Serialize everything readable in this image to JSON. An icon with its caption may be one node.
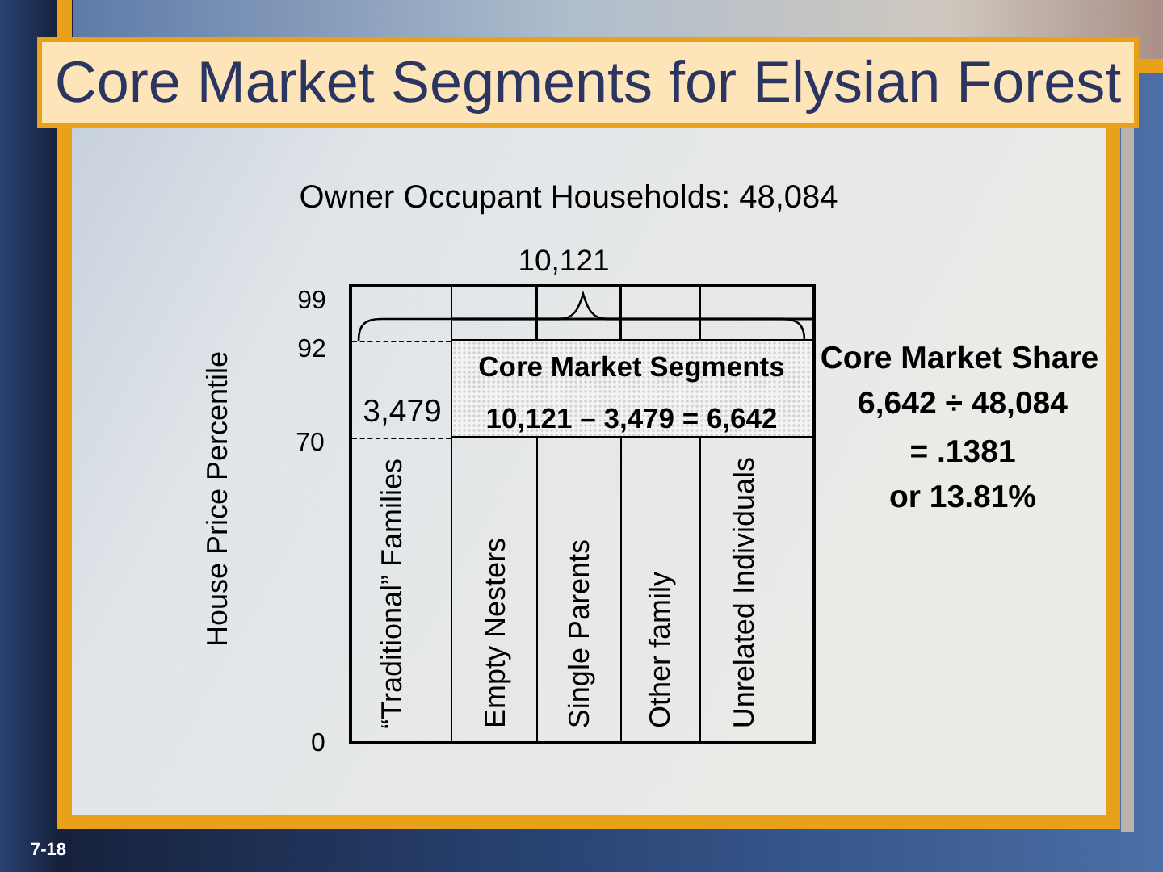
{
  "diagram": {
    "title": "Core Market Segments for Elysian Forest",
    "nodes": [
      {
        "text": [
          "3,479",
          "“Traditional” Families"
        ]
      },
      {
        "text": [
          "Core Market Segments",
          "10,121 – 3,479 = 6,642"
        ]
      },
      {
        "text": [
          "Empty Nesters"
        ]
      },
      {
        "text": [
          "Single Parents"
        ]
      },
      {
        "text": [
          "Other family"
        ]
      },
      {
        "text": [
          "Unrelated Individuals"
        ]
      }
    ],
    "labels": [
      "Owner Occupant Households: 48,084",
      "10,121",
      "99",
      "92",
      "70",
      "0",
      "House Price Percentile",
      "Core Market Share",
      "6,642 ÷ 48,084",
      "= .1381",
      "or 13.81%",
      "7-18"
    ]
  }
}
